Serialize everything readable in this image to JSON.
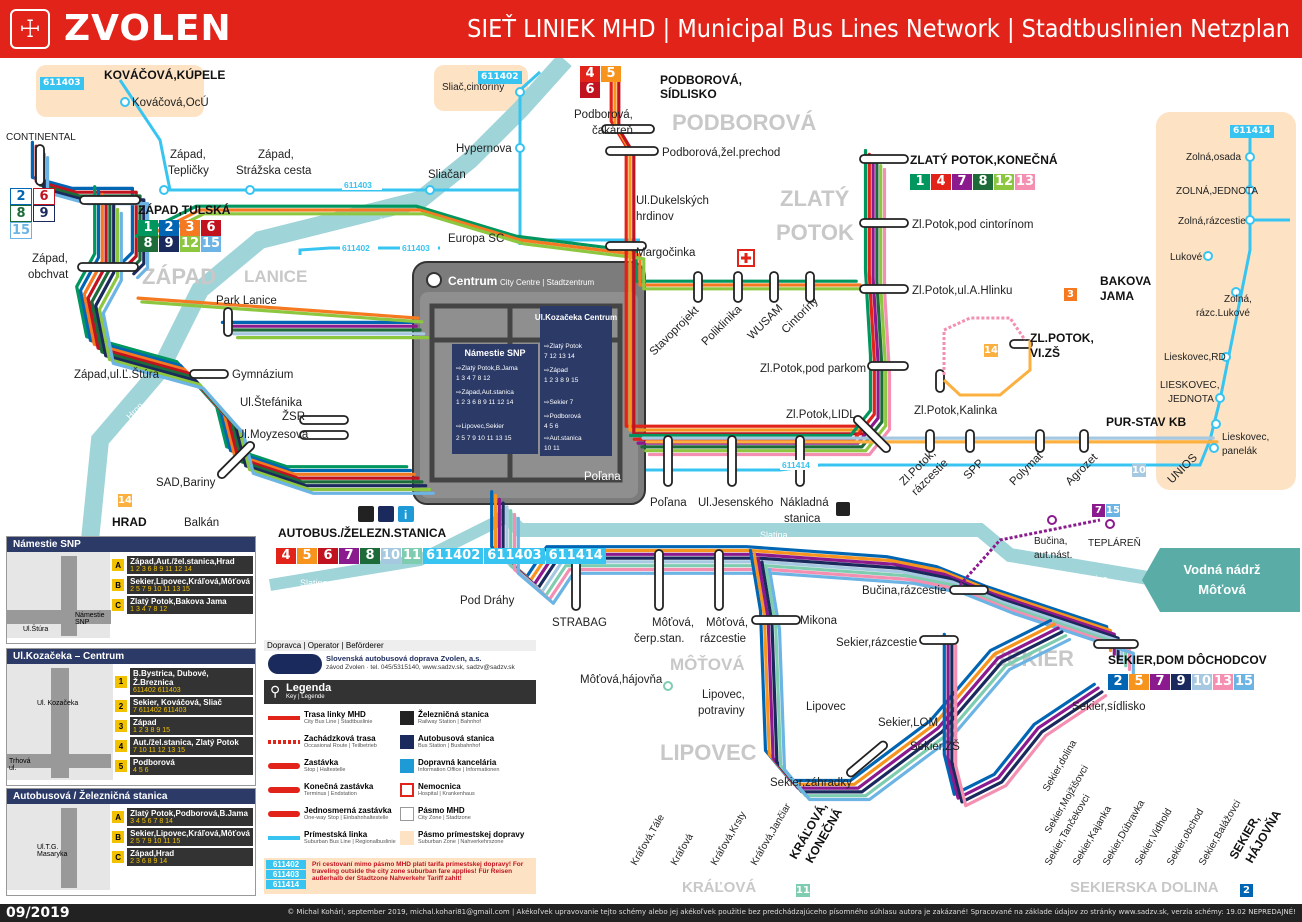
{
  "header": {
    "city": "ZVOLEN",
    "title": "SIEŤ LINIEK MHD | Municipal Bus Lines Network | Stadtbuslinien Netzplan"
  },
  "footer": {
    "date": "09/2019",
    "credits": "© Michal Kohári, september 2019, michal.kohari81@gmail.com | Akékoľvek upravovanie tejto schémy alebo jej akékoľvek použitie bez predchádzajúceho písomného súhlasu autora je zakázané! Spracované na základe údajov zo stránky www.sadzv.sk, verzia schémy: 19.02 NEPREDAJNÉ!"
  },
  "colors": {
    "red": "#e2231a",
    "l1": "#00965e",
    "l2": "#0066b3",
    "l3": "#f47920",
    "l4": "#e2231a",
    "l5": "#f7941d",
    "l6": "#c1121f",
    "l7": "#8b1a8e",
    "l8": "#1e6b3a",
    "l9": "#1b2a5c",
    "l10": "#a6c8e0",
    "l11": "#7fcdb0",
    "l12": "#8dc63f",
    "l13": "#f48fb1",
    "l14": "#fbb040",
    "l15": "#6cb4e4",
    "suburban": "#38c4f0",
    "zone": "#fde3c4"
  },
  "districts": [
    "PODBOROVÁ",
    "ZLATÝ POTOK",
    "ZÁPAD",
    "LANICE",
    "MÔŤOVÁ",
    "LIPOVEC",
    "SEKIER",
    "KRÁĽOVÁ",
    "SEKIERSKA DOLINA"
  ],
  "stops": {
    "kovacova_kupele": "KOVÁČOVÁ,KÚPELE",
    "kovacova_ocu": "Kováčová,OcÚ",
    "continental": "CONTINENTAL",
    "zapad_teplicky": "Západ, Tepličky",
    "zapad_strazska": "Západ, Strážska cesta",
    "sliacan": "Sliačan",
    "sliac_cintoriny": "Sliač,cintoríny",
    "hypernova": "Hypernova",
    "europa_sc": "Europa SC",
    "podborova_sidlisko": "PODBOROVÁ, SÍDLISKO",
    "podborova_cakaren": "Podborová, čakáreň",
    "podborova_zel": "Podborová,žel.prechod",
    "dukelskych": "Ul.Dukelských hrdinov",
    "margocinka": "Margočinka",
    "zlaty_potok_konecna": "ZLATÝ POTOK,KONEČNÁ",
    "zl_cintorinom": "Zl.Potok,pod cintorínom",
    "zl_hlinku": "Zl.Potok,ul.A.Hlinku",
    "bakova_jama": "BAKOVA JAMA",
    "zl_vizs": "ZL.POTOK, VI.ZŠ",
    "zl_parkom": "Zl.Potok,pod parkom",
    "zl_kalinka": "Zl.Potok,Kalinka",
    "zl_lidl": "Zl.Potok,LIDL",
    "zapad_tulska": "ZÁPAD,TULSKÁ",
    "zapad_obchvat": "Západ, obchvat",
    "park_lanice": "Park Lanice",
    "zapad_stura": "Západ,ul.Ľ.Štúra",
    "gymnazium": "Gymnázium",
    "stefanika": "Ul.Štefánika",
    "zsr": "ŽSR",
    "moyzesova": "Ul.Moyzesova",
    "sad_bariny": "SAD,Bariny",
    "hrad": "HRAD",
    "balkan": "Balkán",
    "autobus_stanica": "AUTOBUS./ŽELEZN.STANICA",
    "centrum": "Centrum",
    "centrum_sub": "City Centre | Stadtzentrum",
    "kozacka_centrum": "Ul.Kozačeka Centrum",
    "namestie_snp": "Námestie SNP",
    "polana_c": "Poľana",
    "stavoprojekt": "Stavoprojekt",
    "poliklinika": "Poliklinika",
    "wusam": "WUSAM",
    "cintoriny": "Cintoríny",
    "polana": "Poľana",
    "jesenskeho": "Ul.Jesenského",
    "nakladna": "Nákladná stanica",
    "zl_razcestie": "Zl.Potok, rázcestie",
    "spp": "SPP",
    "polymat": "Polymat",
    "agrozet": "Agrozet",
    "purstav": "PUR-STAV KB",
    "unios": "UNIOS",
    "zolna_osada": "Zolná,osada",
    "zolna_jednota": "ZOLNÁ,JEDNOTA",
    "zolna_razcestie": "Zolná,rázcestie",
    "lukove": "Lukové",
    "zolna_razc_lukove": "Zolná, rázc.Lukové",
    "lieskovec_rd": "Lieskovec,RD",
    "lieskovec_jednota": "LIESKOVEC, JEDNOTA",
    "lieskovec_panelak": "Lieskovec, panelák",
    "bucina_aut": "Bučina, aut.nást.",
    "teplaren": "TEPLÁREŇ",
    "vodna_nadrz": "Vodná nádrž Môťová",
    "bucina_razcestie": "Bučina,rázcestie",
    "pod_drahy": "Pod Dráhy",
    "strabag": "STRABAG",
    "motova_cerp": "Môťová, čerp.stan.",
    "motova_razcestie": "Môťová, rázcestie",
    "mikona": "Mikona",
    "sekier_razcestie": "Sekier,rázcestie",
    "sekier_dom": "SEKIER,DOM DÔCHODCOV",
    "sekier_sidlisko": "Sekier,sídlisko",
    "motova_hajovna": "Môťová,hájovňa",
    "lipovec_potraviny": "Lipovec, potraviny",
    "lipovec": "Lipovec",
    "sekier_lom": "Sekier,LOM",
    "sekier_zs": "Sekier,ZŠ",
    "sekier_zahradky": "Sekier,záhradky",
    "sekier_dolina": "Sekier,dolina",
    "sekier_mojzisovci": "Sekier,Mojžišovci",
    "sekier_taneckovci": "Sekier,Tančekovci",
    "sekier_kajanka": "Sekier,Kajanka",
    "sekier_dubravka": "Sekier,Dúbravka",
    "sekier_vidhold": "Sekier,Vidhold",
    "sekier_obchod": "Sekier,obchod",
    "sekier_balazovci": "Sekier,Balážovci",
    "sekier_hajovna": "SEKIER, HÁJOVŇA",
    "kralova_tale": "Kráľová,Tále",
    "kralova": "Kráľová",
    "kralova_krsty": "Kráľová,Krsty",
    "kralova_janciar": "Kráľová,Jančiar",
    "kralova_konecna": "KRÁĽOVÁ, KONEČNÁ"
  },
  "rivers": [
    "Hron",
    "Hron",
    "Slatina",
    "Slatina",
    "Slatina"
  ],
  "suburban_codes": [
    "611403",
    "611402",
    "611414",
    "611402",
    "611403"
  ],
  "terminus_badges": {
    "kovacova": [
      "611403"
    ],
    "sliac": [
      "611402"
    ],
    "zolna": [
      "611414"
    ],
    "continental": [
      "2",
      "6",
      "8",
      "9",
      "15"
    ],
    "zapad_tulska": [
      "1",
      "2",
      "3",
      "6",
      "8",
      "9",
      "12",
      "15"
    ],
    "podborova": [
      "4",
      "5",
      "6"
    ],
    "zlaty_potok": [
      "1",
      "4",
      "7",
      "8",
      "12",
      "13"
    ],
    "bakova": [
      "3"
    ],
    "vizs": [
      "14"
    ],
    "hrad": [
      "14"
    ],
    "autobus": [
      "4",
      "5",
      "6",
      "7",
      "8",
      "10",
      "11",
      "611402",
      "611403",
      "611414"
    ],
    "purstav": [
      "10"
    ],
    "teplaren": [
      "7",
      "15"
    ],
    "sekier_dom": [
      "2",
      "5",
      "7",
      "9",
      "10",
      "13",
      "15"
    ],
    "kralova": [
      "11"
    ],
    "sekier_hajovna": [
      "2"
    ]
  },
  "panels": {
    "snp": {
      "title": "Námestie SNP",
      "rows": [
        {
          "letter": "A",
          "text": "Západ,Aut./žel.stanica,Hrad",
          "lines": "1 2 3 6 8 9 11 12 14"
        },
        {
          "letter": "B",
          "text": "Sekier,Lipovec,Kráľová,Môťová",
          "lines": "2 5 7 9 10 11 13 15"
        },
        {
          "letter": "C",
          "text": "Zlatý Potok,Bakova Jama",
          "lines": "1 3 4 7 8 12"
        }
      ],
      "map_labels": [
        "Námestie SNP",
        "Ul.Štúra"
      ]
    },
    "kozacka": {
      "title": "Ul.Kozačeka – Centrum",
      "rows": [
        {
          "letter": "1",
          "text": "B.Bystrica, Dubové, Ž.Breznica",
          "lines": "611402 611403"
        },
        {
          "letter": "2",
          "text": "Sekier, Kováčová, Sliač",
          "lines": "7 611402 611403"
        },
        {
          "letter": "3",
          "text": "Západ",
          "lines": "1 2 3 8 9 15"
        },
        {
          "letter": "4",
          "text": "Aut./žel.stanica, Zlatý Potok",
          "lines": "7 10 11 12 13 15"
        },
        {
          "letter": "5",
          "text": "Podborová",
          "lines": "4 5 6"
        }
      ],
      "map_labels": [
        "Ul. Kozačeka",
        "Trhová ul."
      ]
    },
    "autobusova": {
      "title": "Autobusová / Železničná stanica",
      "rows": [
        {
          "letter": "A",
          "text": "Zlatý Potok,Podborová,B.Jama",
          "lines": "3 4 5 6 7 8 14"
        },
        {
          "letter": "B",
          "text": "Sekier,Lipovec,Kráľová,Môťová",
          "lines": "2 5 7 9 10 11 15"
        },
        {
          "letter": "C",
          "text": "Západ,Hrad",
          "lines": "2 3 6 8 9 14"
        }
      ],
      "map_labels": [
        "Ul.T.G. Masaryka"
      ]
    }
  },
  "centrum_panels": {
    "snp": {
      "title": "Námestie SNP",
      "rows": [
        "⇨Zlatý Potok,B.Jama",
        "1 3 4 7 8 12",
        "⇨Západ,Aut.stanica",
        "1 2 3 6 8 9 11 12 14",
        "⇨Lipovec,Sekier",
        "2 5 7 9 10 11 13 15"
      ]
    },
    "kozacka": {
      "title": "Ul.Kozačeka Centrum",
      "rows": [
        "⇨Zlatý Potok",
        "7 12 13 14",
        "⇨Západ",
        "1 2 3 8 9 15",
        "⇨Sekier 7",
        "⇨Podborová",
        "4 5 6",
        "⇨Aut.stanica",
        "10 11"
      ]
    }
  },
  "operator": {
    "header": "Dopravca | Operator | Beförderer",
    "name": "Slovenská autobusová doprava Zvolen, a.s.",
    "address": "závod Zvolen · tel. 045/5315140, www.sadzv.sk, sadzv@sadzv.sk"
  },
  "legend": {
    "title": "Legenda",
    "subtitle": "Key | Legende",
    "items": [
      {
        "label": "Trasa linky MHD",
        "sub": "City Bus Line | Stadtbuslinie"
      },
      {
        "label": "Zachádzková trasa",
        "sub": "Occasional Route | Teilbetrieb"
      },
      {
        "label": "Zastávka",
        "sub": "Stop | Haltestelle"
      },
      {
        "label": "Konečná zastávka",
        "sub": "Terminus | Endstation"
      },
      {
        "label": "Jednosmerná zastávka",
        "sub": "One-way Stop | Einbahnhaltestelle"
      },
      {
        "label": "Prímestská linka",
        "sub": "Suburban Bus Line | Regionalbuslinie"
      },
      {
        "label": "Železničná stanica",
        "sub": "Railway Station | Bahnhof"
      },
      {
        "label": "Autobusová stanica",
        "sub": "Bus Station | Busbahnhof"
      },
      {
        "label": "Dopravná kancelária",
        "sub": "Information Office | Informationen"
      },
      {
        "label": "Nemocnica",
        "sub": "Hospital | Krankenhaus"
      },
      {
        "label": "Pásmo MHD",
        "sub": "City Zone | Stadtzone"
      },
      {
        "label": "Pásmo prímestskej dopravy",
        "sub": "Suburban Zone | Nahverkehrszone"
      }
    ],
    "tariff_codes": [
      "611402",
      "611403",
      "611414"
    ],
    "tariff_text": "Pri cestovaní mimo pásmo MHD platí tarifa prímestskej dopravy! For traveling outside the city zone suburban fare applies! Für Reisen außerhalb der Stadtzone Nahverkehr Tariff zahlt!"
  }
}
